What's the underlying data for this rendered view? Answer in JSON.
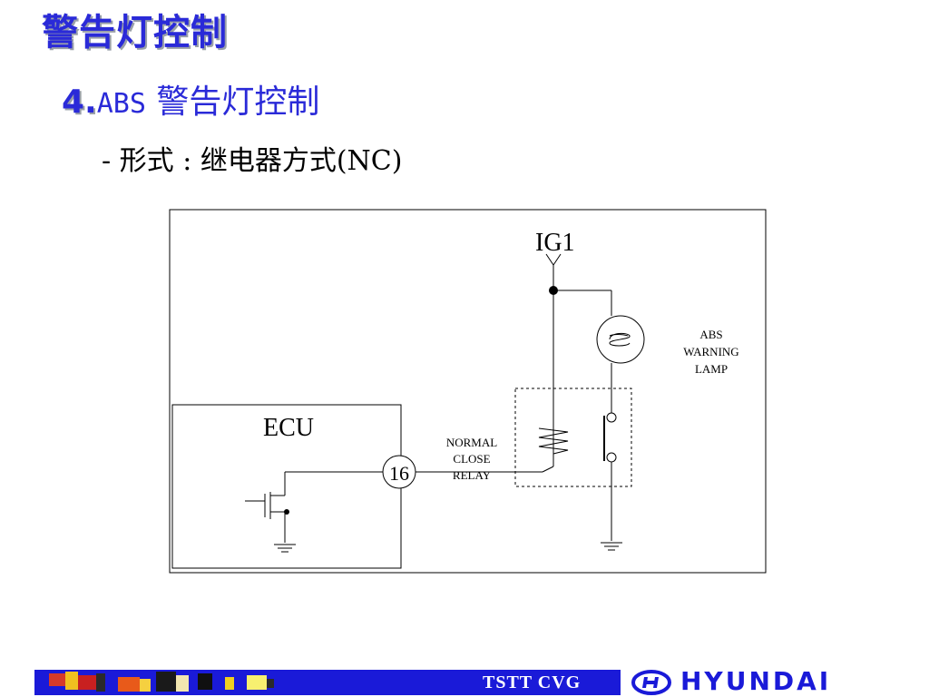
{
  "title": "警告灯控制",
  "subtitle": {
    "number": "4.",
    "text_abs": "ABS",
    "text_rest": " 警告灯控制"
  },
  "bullet": "- 形式 : 继电器方式(NC)",
  "diagram": {
    "ig_label": "IG1",
    "ecu_label": "ECU",
    "pin_label": "16",
    "relay_label": [
      "NORMAL",
      "CLOSE",
      "RELAY"
    ],
    "lamp_label": [
      "ABS",
      "WARNING",
      "LAMP"
    ]
  },
  "footer": {
    "tag": "TSTT CVG",
    "brand": "HYUNDAI",
    "bar_color": "#1a1ad8"
  }
}
